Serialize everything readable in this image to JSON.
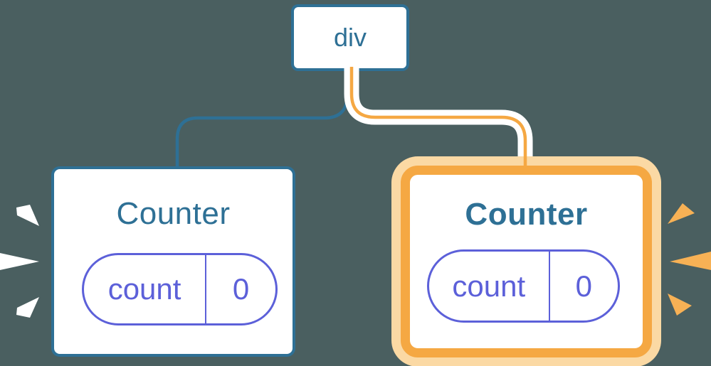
{
  "colors": {
    "bg": "#4A5F60",
    "blue": "#2E7095",
    "purple": "#5C60D9",
    "orange": "#F5A843",
    "peach": "#FBD9A4",
    "burst-orange": "#F7B155",
    "white": "#FFFFFF"
  },
  "tree": {
    "root": {
      "label": "div"
    },
    "children": [
      {
        "label": "Counter",
        "state_name": "count",
        "state_value": "0",
        "highlighted": false
      },
      {
        "label": "Counter",
        "state_name": "count",
        "state_value": "0",
        "highlighted": true
      }
    ]
  }
}
